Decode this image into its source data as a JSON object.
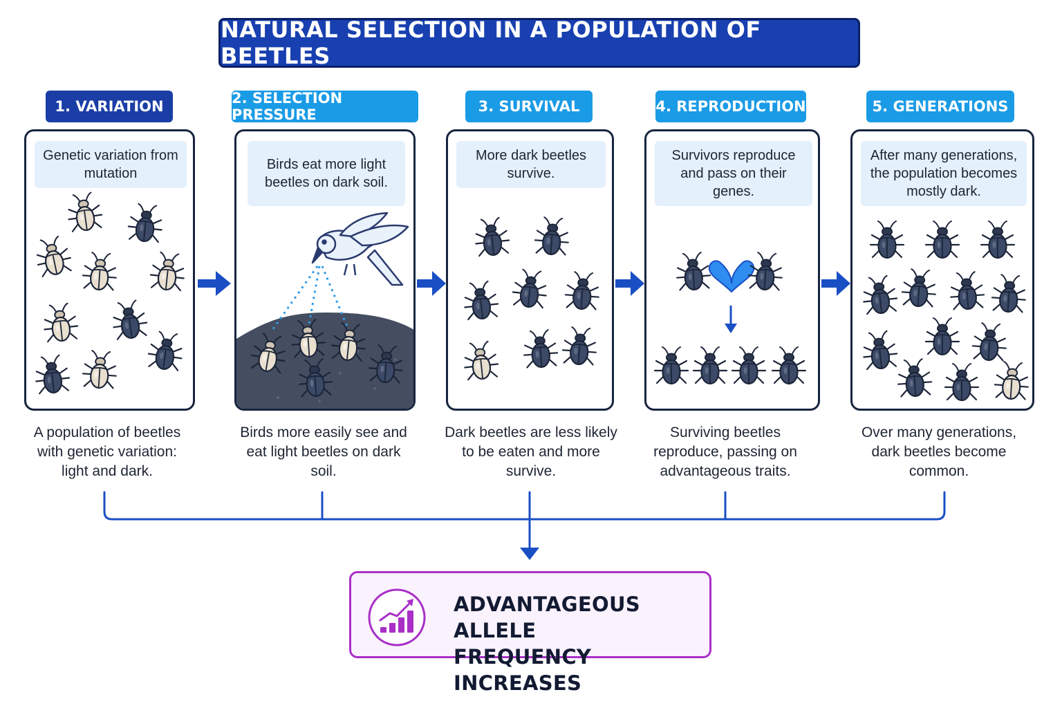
{
  "title": "NATURAL SELECTION IN A POPULATION OF BEETLES",
  "colors": {
    "title_bg": "#1840b0",
    "label_dark": "#1a3ea6",
    "label_light": "#1a9be6",
    "arrow": "#1a4fc4",
    "dark_beetle": "#3c4a68",
    "light_beetle": "#e8dfcf",
    "result_border": "#a92fc7",
    "heart": "#2f8cf0"
  },
  "stages": [
    {
      "label": "1. VARIATION",
      "note": "Genetic variation from mutation",
      "caption": "A population of beetles with genetic variation: light and dark."
    },
    {
      "label": "2. SELECTION PRESSURE",
      "note": "Birds eat more light beetles on dark soil.",
      "caption": "Birds more easily see and eat light beetles on dark soil."
    },
    {
      "label": "3. SURVIVAL",
      "note": "More dark beetles survive.",
      "caption": "Dark beetles are less likely to be eaten and more survive."
    },
    {
      "label": "4. REPRODUCTION",
      "note": "Survivors reproduce and pass on their genes.",
      "caption": "Surviving beetles reproduce, passing on advantageous traits."
    },
    {
      "label": "5. GENERATIONS",
      "note": "After many generations, the population becomes mostly dark.",
      "caption": "Over many generations, dark beetles become common."
    }
  ],
  "result": {
    "line1": "ADVANTAGEOUS ALLELE",
    "line2": "FREQUENCY INCREASES",
    "icon": "rising-bar-chart-icon"
  }
}
